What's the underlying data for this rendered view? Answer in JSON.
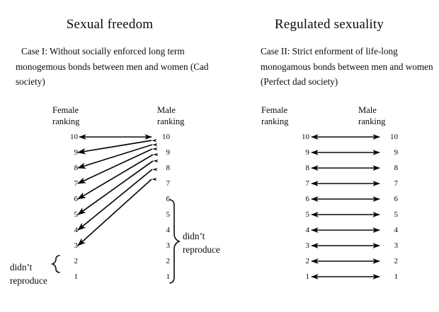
{
  "figure": {
    "background": "#ffffff",
    "ink": "#0a0a0a",
    "panels": [
      {
        "id": "left",
        "title": "Sexual freedom",
        "caption": "Case I: Without socially enforced long term monogemous bonds between men and women (Cad society)",
        "female_header_line1": "Female",
        "female_header_line2": "ranking",
        "male_header_line1": "Male",
        "male_header_line2": "ranking",
        "female_ranks": [
          "10",
          "9",
          "8",
          "7",
          "6",
          "5",
          "4",
          "3",
          "2",
          "1"
        ],
        "male_ranks": [
          "10",
          "9",
          "8",
          "7",
          "6",
          "5",
          "4",
          "3",
          "2",
          "1"
        ],
        "female_brace_label_line1": "didn’t",
        "female_brace_label_line2": "reproduce",
        "male_brace_label_line1": "didn’t",
        "male_brace_label_line2": "reproduce",
        "female_nonreproducing_ranks": [
          "2",
          "1"
        ],
        "male_nonreproducing_ranks": [
          "6",
          "5",
          "4",
          "3",
          "2",
          "1"
        ]
      },
      {
        "id": "right",
        "title": "Regulated sexuality",
        "caption": "Case II: Strict enforment of life-long monogamous bonds between men and women (Perfect dad society)",
        "female_header_line1": "Female",
        "female_header_line2": "ranking",
        "male_header_line1": "Male",
        "male_header_line2": "ranking",
        "female_ranks": [
          "10",
          "9",
          "8",
          "7",
          "6",
          "5",
          "4",
          "3",
          "2",
          "1"
        ],
        "male_ranks": [
          "10",
          "9",
          "8",
          "7",
          "6",
          "5",
          "4",
          "3",
          "2",
          "1"
        ]
      }
    ]
  },
  "chart_data": {
    "type": "diagram",
    "title": "Mating pairings under sexual freedom vs. regulated sexuality",
    "panels": [
      {
        "name": "Sexual freedom (Case I: Cad society)",
        "description": "All reproducing females (ranks 10 down to 3) pair with the single top-ranked male (rank 10); females 2 and 1 and males 6 through 1 do not reproduce.",
        "edges": [
          {
            "female_rank": 10,
            "male_rank": 10
          },
          {
            "female_rank": 9,
            "male_rank": 10
          },
          {
            "female_rank": 8,
            "male_rank": 10
          },
          {
            "female_rank": 7,
            "male_rank": 10
          },
          {
            "female_rank": 6,
            "male_rank": 10
          },
          {
            "female_rank": 5,
            "male_rank": 10
          },
          {
            "female_rank": 4,
            "male_rank": 10
          },
          {
            "female_rank": 3,
            "male_rank": 10
          }
        ],
        "non_reproducing_females": [
          2,
          1
        ],
        "non_reproducing_males": [
          6,
          5,
          4,
          3,
          2,
          1
        ]
      },
      {
        "name": "Regulated sexuality (Case II: Perfect dad society)",
        "description": "Assortative one-to-one pairing: every female pairs with the male of equal rank; all ten pairs reproduce.",
        "edges": [
          {
            "female_rank": 10,
            "male_rank": 10
          },
          {
            "female_rank": 9,
            "male_rank": 9
          },
          {
            "female_rank": 8,
            "male_rank": 8
          },
          {
            "female_rank": 7,
            "male_rank": 7
          },
          {
            "female_rank": 6,
            "male_rank": 6
          },
          {
            "female_rank": 5,
            "male_rank": 5
          },
          {
            "female_rank": 4,
            "male_rank": 4
          },
          {
            "female_rank": 3,
            "male_rank": 3
          },
          {
            "female_rank": 2,
            "male_rank": 2
          },
          {
            "female_rank": 1,
            "male_rank": 1
          }
        ],
        "non_reproducing_females": [],
        "non_reproducing_males": []
      }
    ]
  }
}
